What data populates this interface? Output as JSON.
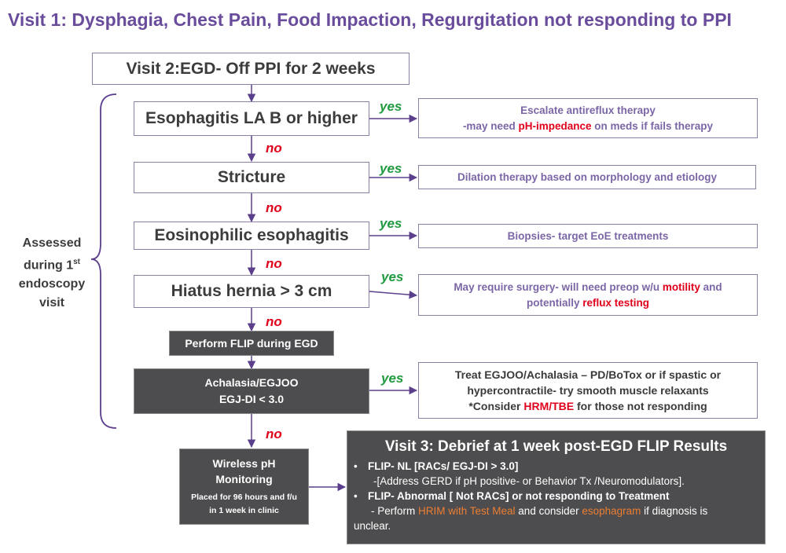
{
  "title": "Visit 1: Dysphagia, Chest Pain, Food Impaction, Regurgitation not responding to PPI",
  "visit2": "Visit 2:EGD- Off PPI for 2 weeks",
  "side_label": {
    "line1": "Assessed",
    "line2a": "during 1",
    "line2sup": "st",
    "line3": "endoscopy",
    "line4": "visit"
  },
  "steps": {
    "esophagitis": "Esophagitis LA B or higher",
    "stricture": "Stricture",
    "eoe": "Eosinophilic esophagitis",
    "hiatus": "Hiatus hernia > 3 cm",
    "flip": "Perform FLIP during EGD",
    "achalasia_1": "Achalasia/EGJOO",
    "achalasia_2": "EGJ-DI < 3.0",
    "wireless_1": "Wireless pH",
    "wireless_2": "Monitoring",
    "wireless_3": "Placed for 96 hours and f/u",
    "wireless_4": "in 1 week in clinic"
  },
  "labels": {
    "yes": "yes",
    "no": "no"
  },
  "results": {
    "esophagitis_1": "Escalate antireflux therapy",
    "esophagitis_2a": "-may need ",
    "esophagitis_2b": "pH-impedance",
    "esophagitis_2c": " on meds if fails therapy",
    "stricture": "Dilation therapy based on morphology and etiology",
    "eoe": "Biopsies- target EoE treatments",
    "hiatus_1a": "May require surgery- will need preop w/u  ",
    "hiatus_1b": "motility",
    "hiatus_1c": " and",
    "hiatus_2a": "potentially ",
    "hiatus_2b": "reflux testing",
    "achalasia_1": "Treat EGJOO/Achalasia – PD/BoTox or if spastic or",
    "achalasia_2": "hypercontractile- try smooth muscle relaxants",
    "achalasia_3a": "*Consider ",
    "achalasia_3b": "HRM/TBE",
    "achalasia_3c": " for those not responding"
  },
  "visit3": {
    "title": "Visit 3: Debrief at 1 week post-EGD FLIP Results",
    "b1": "FLIP- NL [RACs/ EGJ-DI > 3.0]",
    "b1_detail": "-[Address GERD if pH positive- or Behavior Tx /Neuromodulators].",
    "b2": "FLIP- Abnormal [ Not RACs] or not responding to Treatment",
    "b2_detail_a": "- Perform ",
    "b2_detail_b": "HRIM with Test Meal",
    "b2_detail_c": " and consider ",
    "b2_detail_d": "esophagram",
    "b2_detail_e": " if diagnosis  is",
    "b2_detail_f": "unclear.",
    "bullet": "•"
  },
  "colors": {
    "purple": "#6a4c9c",
    "arrow": "#5b3f8c",
    "yes": "#1f9a3f",
    "no": "#e0001b",
    "highlight_orange": "#ed7d31",
    "dark_box": "#4d4d4f"
  }
}
